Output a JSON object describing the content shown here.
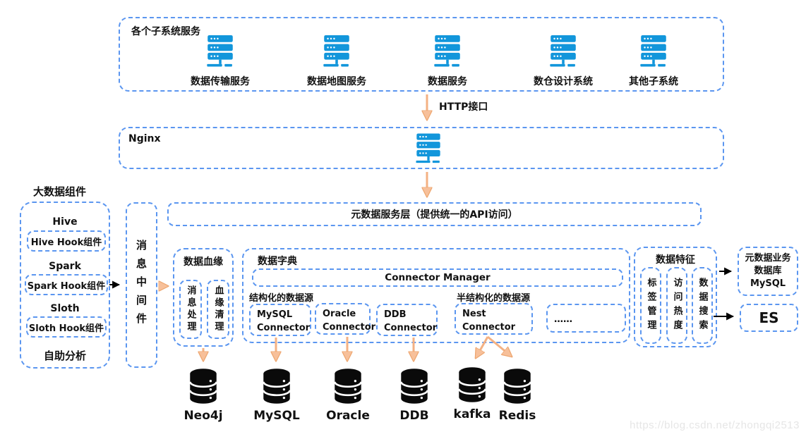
{
  "colors": {
    "box_border_blue": "#5b96f0",
    "server_icon_blue": "#1296db",
    "arrow_orange": "#f4b183",
    "arrow_black": "#000000",
    "database_icon_black": "#0a0a0a",
    "watermark_gray": "#e6e6e6"
  },
  "subsystems": {
    "title": "各个子系统服务",
    "items": [
      {
        "label": "数据传输服务"
      },
      {
        "label": "数据地图服务"
      },
      {
        "label": "数据服务"
      },
      {
        "label": "数仓设计系统"
      },
      {
        "label": "其他子系统"
      }
    ]
  },
  "http_arrow": {
    "label": "HTTP接口"
  },
  "nginx": {
    "title": "Nginx"
  },
  "meta_layer": {
    "label": "元数据服务层（提供统一的API访问）"
  },
  "bigdata": {
    "title": "大数据组件",
    "groups": [
      {
        "name": "Hive",
        "hook": "Hive Hook组件"
      },
      {
        "name": "Spark",
        "hook": "Spark Hook组件"
      },
      {
        "name": "Sloth",
        "hook": "Sloth Hook组件"
      }
    ],
    "footer": "自助分析"
  },
  "middleware": {
    "label": "消息中间件"
  },
  "lineage": {
    "title": "数据血缘",
    "columns": [
      {
        "label": "消息处理"
      },
      {
        "label": "血缘清理"
      }
    ]
  },
  "dictionary": {
    "title": "数据字典",
    "connector_manager": "Connector  Manager",
    "structured_label": "结构化的数据源",
    "semi_structured_label": "半结构化的数据源",
    "connectors": [
      {
        "line1": "MySQL",
        "line2": "Connector"
      },
      {
        "line1": "Oracle",
        "line2": "Connector"
      },
      {
        "line1": "DDB",
        "line2": "Connector"
      },
      {
        "line1": "Nest",
        "line2": "Connector"
      }
    ],
    "more_label": "……"
  },
  "features": {
    "title": "数据特征",
    "columns": [
      {
        "label": "标签管理"
      },
      {
        "label": "访问热度"
      },
      {
        "label": "数据搜索"
      }
    ]
  },
  "meta_db": {
    "line1": "元数据业务",
    "line2": "数据库",
    "line3": "MySQL"
  },
  "es": {
    "label": "ES"
  },
  "databases": [
    {
      "label": "Neo4j"
    },
    {
      "label": "MySQL"
    },
    {
      "label": "Oracle"
    },
    {
      "label": "DDB"
    },
    {
      "label": "kafka"
    },
    {
      "label": "Redis"
    }
  ],
  "watermark": {
    "text": "https://blog.csdn.net/zhongqi2513"
  }
}
